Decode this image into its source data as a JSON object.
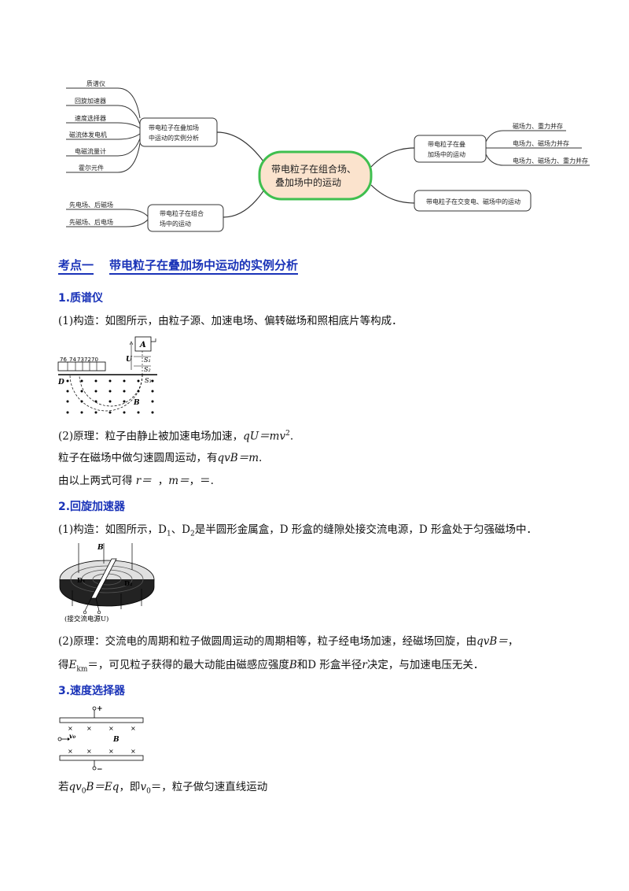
{
  "mindmap": {
    "center": [
      "带电粒子在组合场、",
      "叠加场中的运动"
    ],
    "left_top": {
      "box": [
        "带电粒子在叠加场",
        "中运动的实例分析"
      ],
      "leaves": [
        "质谱仪",
        "回旋加速器",
        "速度选择器",
        "磁流体发电机",
        "电磁流量计",
        "霍尔元件"
      ]
    },
    "left_bottom": {
      "box": [
        "带电粒子在组合",
        "场中的运动"
      ],
      "leaves": [
        "先电场、后磁场",
        "先磁场、后电场"
      ]
    },
    "right_top": {
      "box": [
        "带电粒子在叠",
        "加场中的运动"
      ],
      "leaves": [
        "磁场力、重力并存",
        "电场力、磁场力并存",
        "电场力、磁场力、重力并存"
      ]
    },
    "right_bottom": {
      "box": "带电粒子在交变电、磁场中的运动"
    },
    "colors": {
      "center_fill": "#fbe3cd",
      "center_stroke": "#3fbf4f"
    }
  },
  "section": {
    "label": "考点一",
    "title": "带电粒子在叠加场中运动的实例分析"
  },
  "s1": {
    "heading": "1.质谱仪",
    "structure": "(1)构造：如图所示，由粒子源、加速电场、偏转磁场和照相底片等构成．",
    "figure": {
      "scale": [
        "76",
        "74",
        "73",
        "72",
        "70"
      ],
      "labels": [
        "A",
        "U",
        "S₁",
        "S₂",
        "S₃",
        "D",
        "B"
      ]
    },
    "principle_a": "(2)原理：粒子由静止被加速电场加速，",
    "principle_a_formula": "qU＝mv",
    "principle_a_end": ".",
    "principle_b": "粒子在磁场中做匀速圆周运动，有",
    "principle_b_formula": "qvB＝m",
    "principle_b_end": ".",
    "result_a": "由以上两式可得",
    "result_b": "r＝",
    "result_c": "，",
    "result_d": "m＝",
    "result_e": "，＝."
  },
  "s2": {
    "heading": "2.回旋加速器",
    "structure_a": "(1)构造：如图所示，D",
    "structure_b": "、D",
    "structure_c": "是半圆形金属盒，D 形盒的缝隙处接交流电源，D 形盒处于匀强磁场中．",
    "sub1": "1",
    "sub2": "2",
    "figure": {
      "labels": [
        "B",
        "D₁",
        "D₂"
      ],
      "caption": "(接交流电源U)"
    },
    "principle_a": "(2)原理：交流电的周期和粒子做圆周运动的周期相等，粒子经电场加速，经磁场回旋，由",
    "principle_a_formula": "qvB＝",
    "principle_a_end": "，",
    "principle_b": "得",
    "principle_b_sym": "E",
    "principle_b_sub": "km",
    "principle_b_rest": "＝，可见粒子获得的最大动能由磁感应强度",
    "principle_b_B": "B",
    "principle_b_mid": "和D 形盒半径",
    "principle_b_r": "r",
    "principle_b_end": "决定，与加速电压无关．"
  },
  "s3": {
    "heading": "3.速度选择器",
    "figure": {
      "plus": "+",
      "minus": "−",
      "v0": "v₀",
      "B": "B",
      "cross": "×"
    },
    "condition_a": "若",
    "condition_b": "qv",
    "condition_c": "0",
    "condition_d": "B＝Eq",
    "condition_e": "，即",
    "condition_f": "v",
    "condition_g": "0",
    "condition_h": "＝，粒子做匀速直线运动"
  }
}
